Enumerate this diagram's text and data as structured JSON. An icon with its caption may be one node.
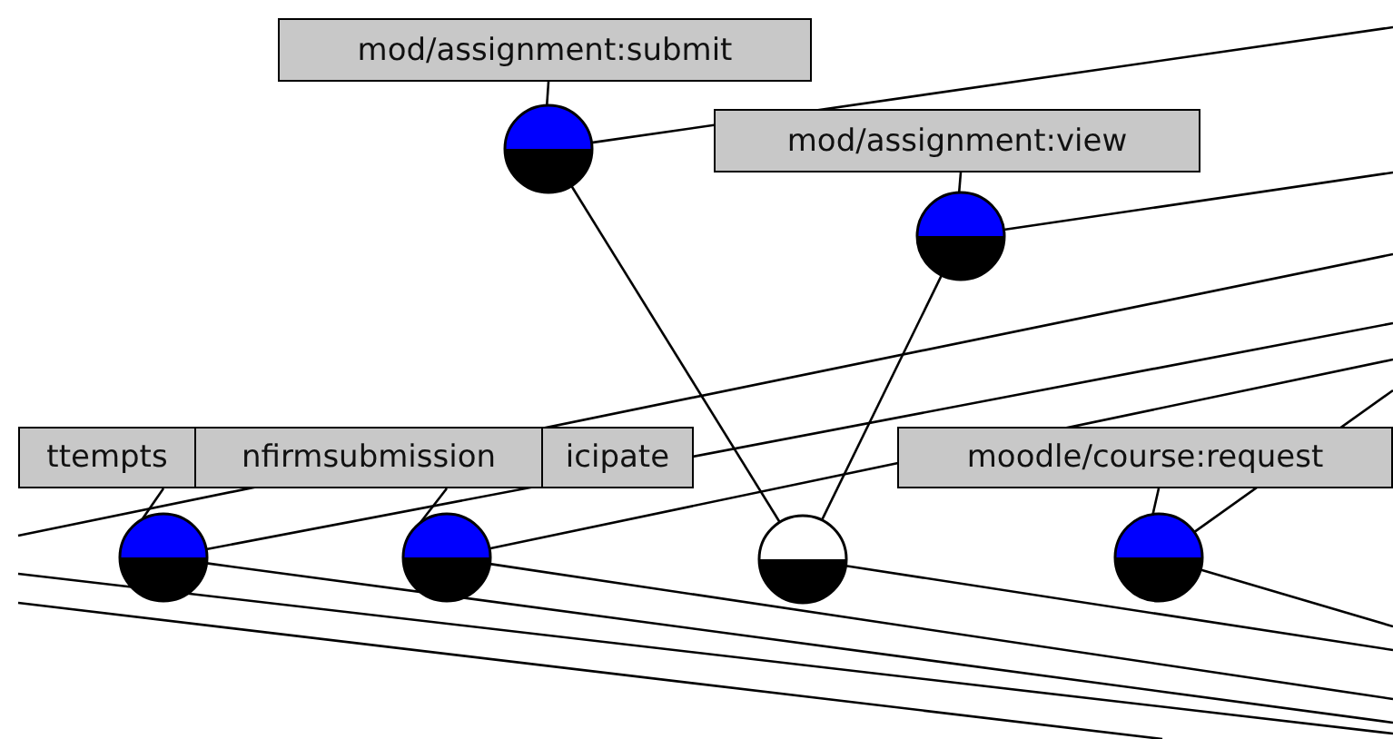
{
  "diagram": {
    "nodes": [
      {
        "text": [
          "mod/assignment:submit"
        ]
      },
      {
        "text": [],
        "shape": "circle"
      },
      {
        "text": [
          "mod/assignment:view"
        ]
      },
      {
        "text": [],
        "shape": "circle"
      },
      {
        "text": [
          "ttempts"
        ]
      },
      {
        "text": [
          "nfirmsubmission"
        ]
      },
      {
        "text": [
          "icipate"
        ]
      },
      {
        "text": [
          "moodle/course:request"
        ]
      },
      {
        "text": [],
        "shape": "circle"
      },
      {
        "text": [],
        "shape": "circle"
      },
      {
        "text": [],
        "shape": "circle"
      },
      {
        "text": [],
        "shape": "circle"
      }
    ],
    "edges": [
      {
        "from": 0,
        "to": 1,
        "arrow": "none"
      },
      {
        "from": 2,
        "to": 3,
        "arrow": "none"
      },
      {
        "from": 4,
        "to": 8,
        "arrow": "none"
      },
      {
        "from": 5,
        "to": 9,
        "arrow": "none"
      },
      {
        "from": 7,
        "to": 11,
        "arrow": "none"
      },
      {
        "from": 1,
        "to": 10,
        "arrow": "none"
      },
      {
        "from": 3,
        "to": 10,
        "arrow": "none"
      },
      {
        "from": 1,
        "to": null,
        "arrow": "none"
      },
      {
        "from": 3,
        "to": null,
        "arrow": "none"
      },
      {
        "from": 8,
        "to": null,
        "arrow": "none"
      },
      {
        "from": 9,
        "to": null,
        "arrow": "none"
      },
      {
        "from": 11,
        "to": null,
        "arrow": "none"
      },
      {
        "from": 8,
        "to": null,
        "arrow": "none"
      },
      {
        "from": 9,
        "to": null,
        "arrow": "none"
      },
      {
        "from": 10,
        "to": null,
        "arrow": "none"
      },
      {
        "from": 11,
        "to": null,
        "arrow": "none"
      }
    ]
  }
}
